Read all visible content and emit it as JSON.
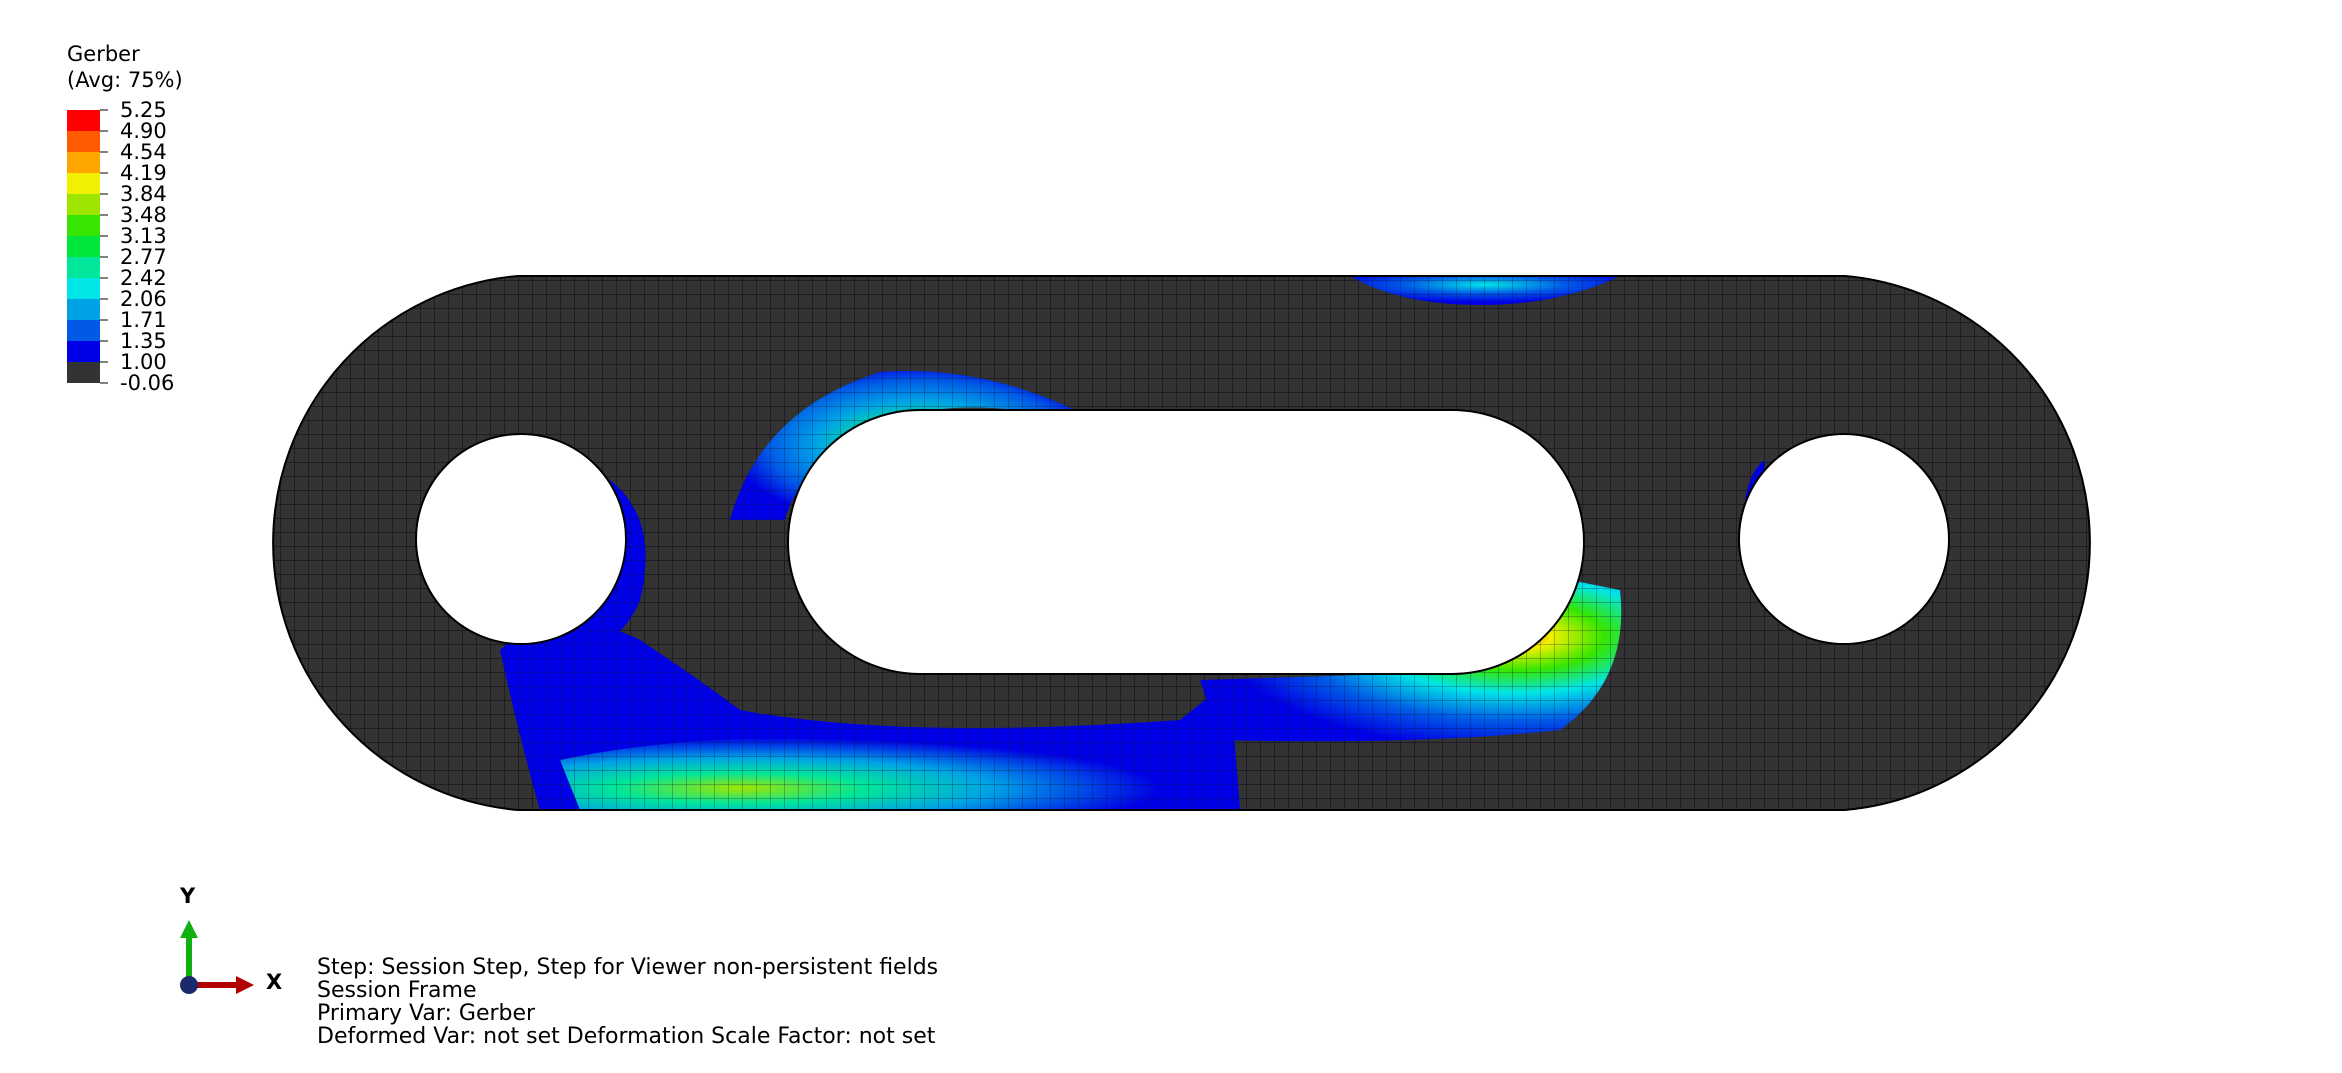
{
  "legend": {
    "title": "Gerber",
    "subtitle": "(Avg: 75%)",
    "bands": [
      {
        "label": "5.25",
        "color": "#ff0000"
      },
      {
        "label": "4.90",
        "color": "#ff5a00"
      },
      {
        "label": "4.54",
        "color": "#ffa500"
      },
      {
        "label": "4.19",
        "color": "#f0f000"
      },
      {
        "label": "3.84",
        "color": "#9ee600"
      },
      {
        "label": "3.48",
        "color": "#36e600"
      },
      {
        "label": "3.13",
        "color": "#00e63c"
      },
      {
        "label": "2.77",
        "color": "#00e69b"
      },
      {
        "label": "2.42",
        "color": "#00e6e6"
      },
      {
        "label": "2.06",
        "color": "#00a2e6"
      },
      {
        "label": "1.71",
        "color": "#005ae6"
      },
      {
        "label": "1.35",
        "color": "#0000e6"
      },
      {
        "label": "1.00",
        "color": "#333333"
      }
    ],
    "min_label": "-0.06"
  },
  "mesh_color": "#333333",
  "triad": {
    "x_label": "X",
    "y_label": "Y",
    "x_color": "#b00000",
    "y_color": "#10b010",
    "origin_color": "#1a2a6a"
  },
  "info": {
    "line1": "Step: Session Step, Step for Viewer non-persistent fields",
    "line2": "Session Frame",
    "line3": "Primary Var: Gerber",
    "line4": "Deformed Var: not set   Deformation Scale Factor: not set"
  }
}
